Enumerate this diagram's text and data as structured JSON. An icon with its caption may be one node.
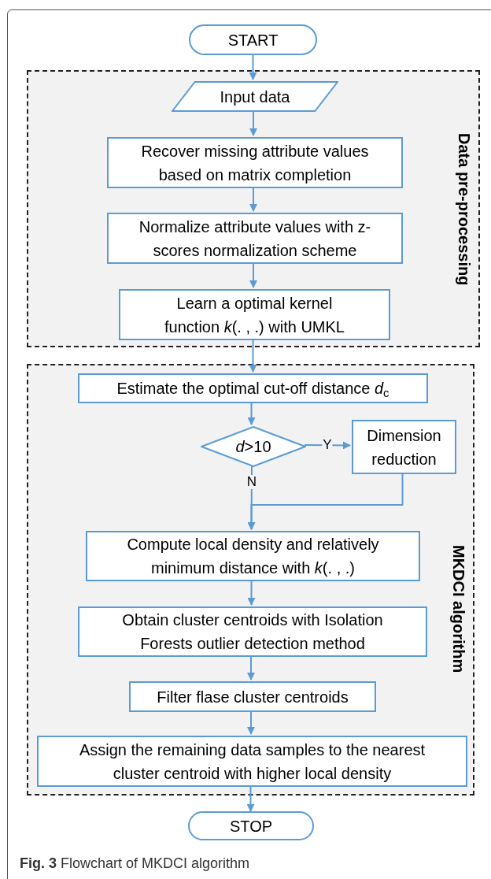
{
  "diagram": {
    "caption": "**Fig. 3** Flowchart of MKDCI algorithm",
    "nodes": [
      {
        "text": [
          "START"
        ]
      },
      {
        "text": [
          "Data pre-processing"
        ]
      },
      {
        "text": [
          "Input data"
        ],
        "in": 1
      },
      {
        "text": [
          "Recover missing attribute values based on matrix completion"
        ],
        "in": 1
      },
      {
        "text": [
          "Normalize attribute values with z-scores normalization scheme"
        ],
        "in": 1
      },
      {
        "text": [
          "Learn a optimal kernel function *k*(. , .) with UMKL"
        ],
        "in": 1
      },
      {
        "text": [
          "MKDCI algorithm"
        ]
      },
      {
        "text": [
          "Estimate the optimal cut-off distance *d*$_{c}$"
        ],
        "in": 6
      },
      {
        "text": [
          "*d*>10"
        ],
        "in": 6
      },
      {
        "text": [
          "Dimension reduction"
        ],
        "in": 6
      },
      {
        "text": [
          "Compute local density and relatively minimum distance with *k*(. , .)"
        ],
        "in": 6
      },
      {
        "text": [
          "Obtain cluster centroids with Isolation Forests outlier detection method"
        ],
        "in": 6
      },
      {
        "text": [
          "Filter flase cluster centroids"
        ],
        "in": 6
      },
      {
        "text": [
          "Assign the remaining data samples to the nearest cluster centroid with higher local density"
        ],
        "in": 6
      },
      {
        "text": [
          "STOP"
        ]
      }
    ],
    "edges": [
      {
        "from": 0,
        "to": 2,
        "arrow": "to"
      },
      {
        "from": 2,
        "to": 3,
        "arrow": "to"
      },
      {
        "from": 3,
        "to": 4,
        "arrow": "to"
      },
      {
        "from": 4,
        "to": 5,
        "arrow": "to"
      },
      {
        "from": 5,
        "to": 7,
        "arrow": "to"
      },
      {
        "from": 7,
        "to": 8,
        "arrow": "to"
      },
      {
        "from": 8,
        "to": 9,
        "arrow": "to",
        "label": "Y"
      },
      {
        "from": 8,
        "to": 10,
        "arrow": "to",
        "label": "N"
      },
      {
        "from": 9,
        "to": 10,
        "arrow": "to"
      },
      {
        "from": 10,
        "to": 11,
        "arrow": "to"
      },
      {
        "from": 11,
        "to": 12,
        "arrow": "to"
      },
      {
        "from": 12,
        "to": 13,
        "arrow": "to"
      },
      {
        "from": 13,
        "to": 14,
        "arrow": "to"
      }
    ]
  }
}
